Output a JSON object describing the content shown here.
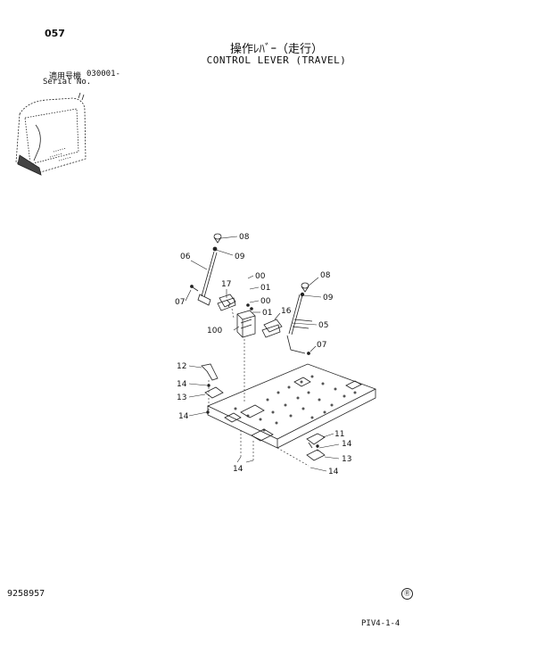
{
  "header": {
    "page_number": "057",
    "title_jp": "操作ﾚﾊﾞｰ（走行）",
    "title_en": "CONTROL LEVER (TRAVEL)",
    "serial_label_jp": "適用号機",
    "serial_value": "030001-",
    "serial_label_en": "Serial No."
  },
  "callouts": [
    {
      "id": "c08a",
      "label": "08"
    },
    {
      "id": "c09a",
      "label": "09"
    },
    {
      "id": "c06",
      "label": "06"
    },
    {
      "id": "c07a",
      "label": "07"
    },
    {
      "id": "c17",
      "label": "17"
    },
    {
      "id": "c00a",
      "label": "00"
    },
    {
      "id": "c01a",
      "label": "01"
    },
    {
      "id": "c00b",
      "label": "00"
    },
    {
      "id": "c01b",
      "label": "01"
    },
    {
      "id": "c08b",
      "label": "08"
    },
    {
      "id": "c09b",
      "label": "09"
    },
    {
      "id": "c16",
      "label": "16"
    },
    {
      "id": "c05",
      "label": "05"
    },
    {
      "id": "c100",
      "label": "100"
    },
    {
      "id": "c07b",
      "label": "07"
    },
    {
      "id": "c12",
      "label": "12"
    },
    {
      "id": "c14a",
      "label": "14"
    },
    {
      "id": "c13a",
      "label": "13"
    },
    {
      "id": "c14b",
      "label": "14"
    },
    {
      "id": "c11",
      "label": "11"
    },
    {
      "id": "c14c",
      "label": "14"
    },
    {
      "id": "c13b",
      "label": "13"
    },
    {
      "id": "c14d",
      "label": "14"
    },
    {
      "id": "c14e",
      "label": "14"
    }
  ],
  "footer": {
    "doc_number": "9258957",
    "circle_mark": "Ⓡ",
    "page_code": "PIV4-1-4"
  }
}
